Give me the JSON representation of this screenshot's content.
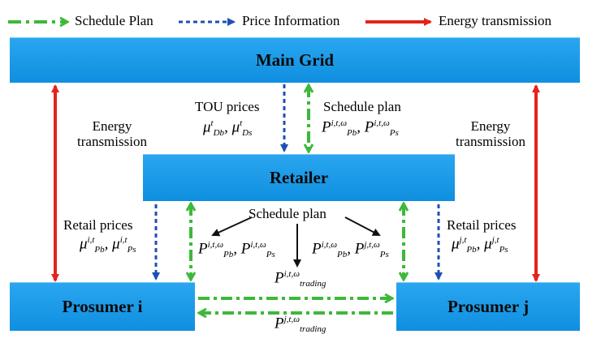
{
  "legend": {
    "schedule": "Schedule Plan",
    "price": "Price Information",
    "energy": "Energy transmission"
  },
  "nodes": {
    "main_grid": "Main Grid",
    "retailer": "Retailer",
    "prosumer_i": "Prosumer i",
    "prosumer_j": "Prosumer j"
  },
  "labels": {
    "energy_left_1": "Energy",
    "energy_left_2": "transmission",
    "energy_right_1": "Energy",
    "energy_right_2": "transmission",
    "tou_prices": "TOU prices",
    "schedule_plan_top": "Schedule plan",
    "schedule_plan_mid": "Schedule plan",
    "retail_prices_left": "Retail prices",
    "retail_prices_right": "Retail prices"
  },
  "math": {
    "mu": "μ",
    "P": "P",
    "tou_sup": "t",
    "db": "Db",
    "ds": "Ds",
    "ito": "i,t,ω",
    "jto": "j,t,ω",
    "it": "i,t",
    "jt": "j,t",
    "pb": "Pb",
    "ps": "Ps",
    "trading": "trading",
    "sep": ", "
  },
  "colors": {
    "schedule": "#3db83a",
    "price": "#1f4fb5",
    "energy": "#e3241b",
    "box": "#1a9ae6"
  }
}
